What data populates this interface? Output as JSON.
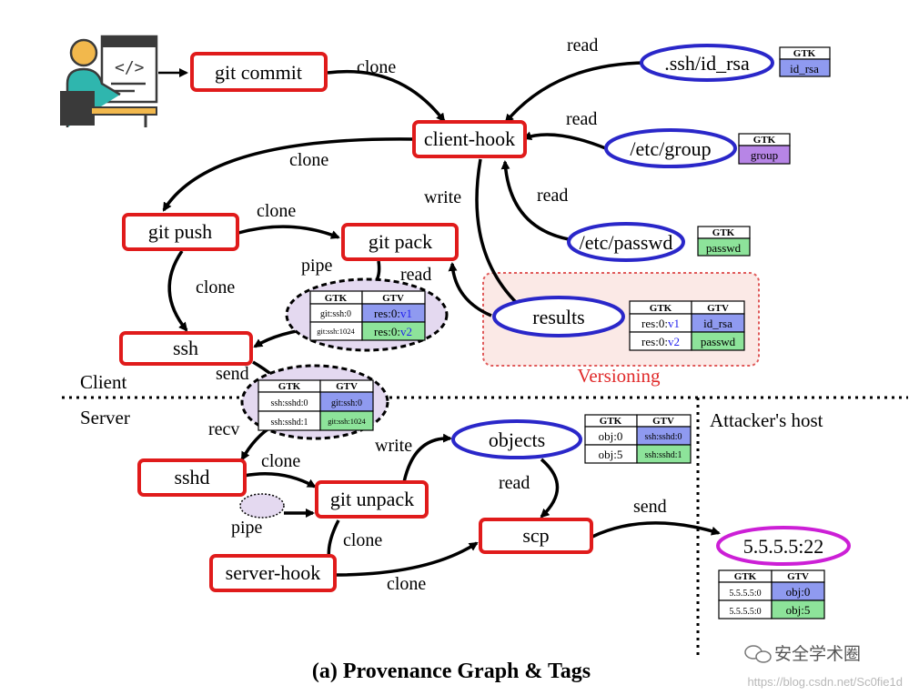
{
  "processes": {
    "git_commit": "git commit",
    "client_hook": "client-hook",
    "git_push": "git push",
    "git_pack": "git pack",
    "ssh": "ssh",
    "sshd": "sshd",
    "git_unpack": "git unpack",
    "scp": "scp",
    "server_hook": "server-hook"
  },
  "files": {
    "id_rsa": ".ssh/id_rsa",
    "group": "/etc/group",
    "passwd": "/etc/passwd",
    "results": "results",
    "objects": "objects",
    "remote": "5.5.5.5:22"
  },
  "edges": {
    "clone": "clone",
    "read": "read",
    "write": "write",
    "pipe": "pipe",
    "send": "send",
    "recv": "recv"
  },
  "regions": {
    "client": "Client",
    "server": "Server",
    "attacker": "Attacker's host",
    "versioning": "Versioning"
  },
  "tags": {
    "gtk_header": "GTK",
    "gtv_header": "GTV",
    "id_rsa_gtk": "id_rsa",
    "group_gtk": "group",
    "passwd_gtk": "passwd",
    "pipe_client": {
      "rows": [
        {
          "gtk": "git:ssh:0",
          "gtv_pre": "res:0:",
          "gtv_ver": "v1"
        },
        {
          "gtk": "git:ssh:1024",
          "gtv_pre": "res:0:",
          "gtv_ver": "v2"
        }
      ]
    },
    "results": {
      "rows": [
        {
          "gtk_pre": "res:0:",
          "gtk_ver": "v1",
          "gtv": "id_rsa"
        },
        {
          "gtk_pre": "res:0:",
          "gtk_ver": "v2",
          "gtv": "passwd"
        }
      ]
    },
    "send": {
      "rows": [
        {
          "gtk": "ssh:sshd:0",
          "gtv": "git:ssh:0"
        },
        {
          "gtk": "ssh:sshd:1",
          "gtv": "git:ssh:1024"
        }
      ]
    },
    "objects": {
      "rows": [
        {
          "gtk": "obj:0",
          "gtv": "ssh:sshd:0"
        },
        {
          "gtk": "obj:5",
          "gtv": "ssh:sshd:1"
        }
      ]
    },
    "remote": {
      "rows": [
        {
          "gtk": "5.5.5.5:0",
          "gtv": "obj:0"
        },
        {
          "gtk": "5.5.5.5:0",
          "gtv": "obj:5"
        }
      ]
    }
  },
  "caption": "(a) Provenance Graph & Tags",
  "watermark": {
    "cn": "安全学术圈",
    "url": "https://blog.csdn.net/Sc0fie1d"
  },
  "colors": {
    "process_border": "#e01b1b",
    "file_border": "#2a27c9",
    "remote_border": "#cc1fd6",
    "versioning_fill": "#fbe9e6",
    "versioning_border": "#e05a5a",
    "tag_blue": "#8f9af0",
    "tag_purple": "#b785e6",
    "tag_green": "#8de39a",
    "pipe_fill": "#e4d9f0"
  }
}
